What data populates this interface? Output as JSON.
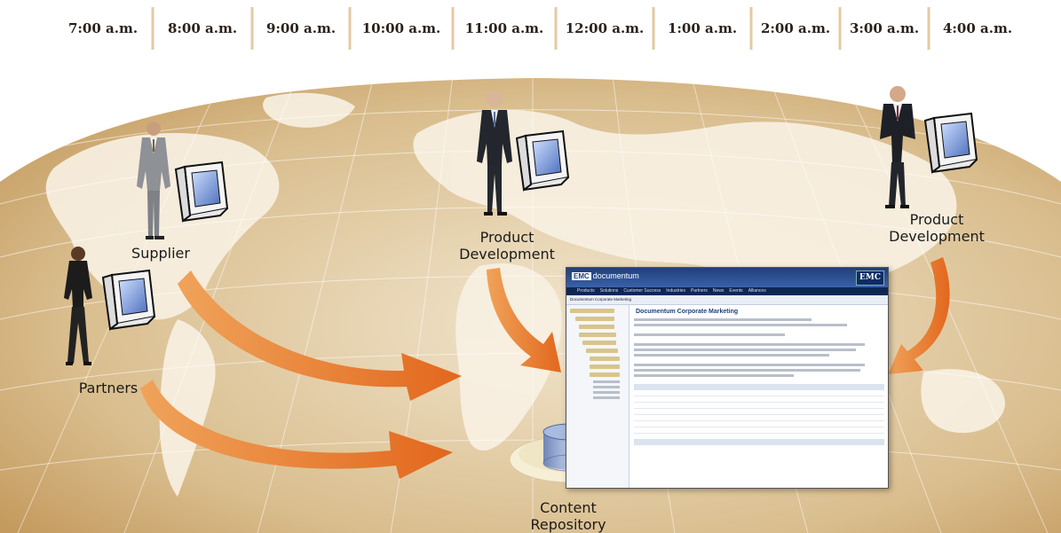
{
  "timeline": {
    "times": [
      "7:00 a.m.",
      "8:00 a.m.",
      "9:00 a.m.",
      "10:00 a.m.",
      "11:00 a.m.",
      "12:00 a.m.",
      "1:00 a.m.",
      "2:00 a.m.",
      "3:00 a.m.",
      "4:00 a.m."
    ]
  },
  "nodes": {
    "supplier": "Supplier",
    "partners": "Partners",
    "product_dev_center": "Product\nDevelopment",
    "product_dev_right": "Product\nDevelopment",
    "repository": "Content\nRepository"
  },
  "screenshot": {
    "logo_mark": "EMC",
    "logo_text": "documentum",
    "brand": "EMC",
    "nav": [
      "Products",
      "Solutions",
      "Customer Success",
      "Industries",
      "Partners",
      "News",
      "Events",
      "Alliances"
    ],
    "toolbar": "Documentum Corporate Marketing",
    "page_title": "Documentum Corporate Marketing"
  },
  "colors": {
    "arrow": "#e8782a",
    "map_light": "#e6d3b0",
    "map_dark": "#caa56f",
    "land": "#f6efe2",
    "header_blue": "#1f3f7a"
  }
}
